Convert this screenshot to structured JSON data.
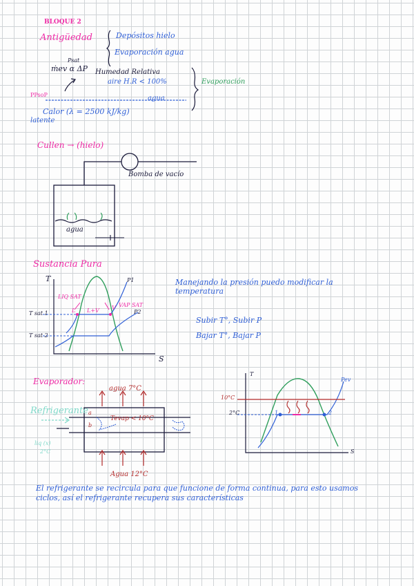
{
  "header": {
    "bloque": "BLOQUE 2"
  },
  "antiguedad": {
    "title": "Antigüedad",
    "items": [
      "Depósitos hielo",
      "Evaporación agua"
    ],
    "psat": "Psat",
    "mev": "ṁev α ΔP",
    "humedad": "Humedad Relativa",
    "aire": "aire H.R < 100%",
    "evaporacion": "Evaporación",
    "ppsop": "PPsoP",
    "agua": "agua",
    "calor": "Calor (λ = 2500 kJ/kg)",
    "latente": "latente"
  },
  "cullen": {
    "title": "Cullen → (hielo)",
    "bomba": "Bomba de vacío",
    "agua": "agua"
  },
  "sustancia": {
    "title": "Sustancia Pura",
    "axis_t": "T",
    "axis_s": "S",
    "p1": "P1",
    "p2": "P2",
    "liq_sat": "LIQ SAT",
    "vap_sat": "VAP SAT",
    "lv": "L+V",
    "l": "L",
    "v": "V",
    "tsat1": "T sat 1",
    "tsat2": "T sat 2",
    "note": "Manejando la presión puedo modificar la temperatura",
    "subir": "Subir T°, Subir P",
    "bajar": "Bajar T°, Bajar P"
  },
  "evaporador": {
    "title": "Evaporador:",
    "refrigerante": "Refrigerante",
    "agua_top": "agua 7°C",
    "tevap": "Tevap < 10°C",
    "liq_label": "liq (x)",
    "liq_temp": "2°C",
    "agua_bottom": "Agua 12°C",
    "a_label": "a",
    "b_label": "b",
    "axis_t": "T",
    "axis_s": "S",
    "pev": "Pev",
    "t10": "10°C",
    "t2": "2°C",
    "pt1": "1",
    "pt2": "2"
  },
  "conclusion": "El refrigerante se recircula para que funcione de forma continua, para esto usamos ciclos, así el refrigerante recupera sus características"
}
